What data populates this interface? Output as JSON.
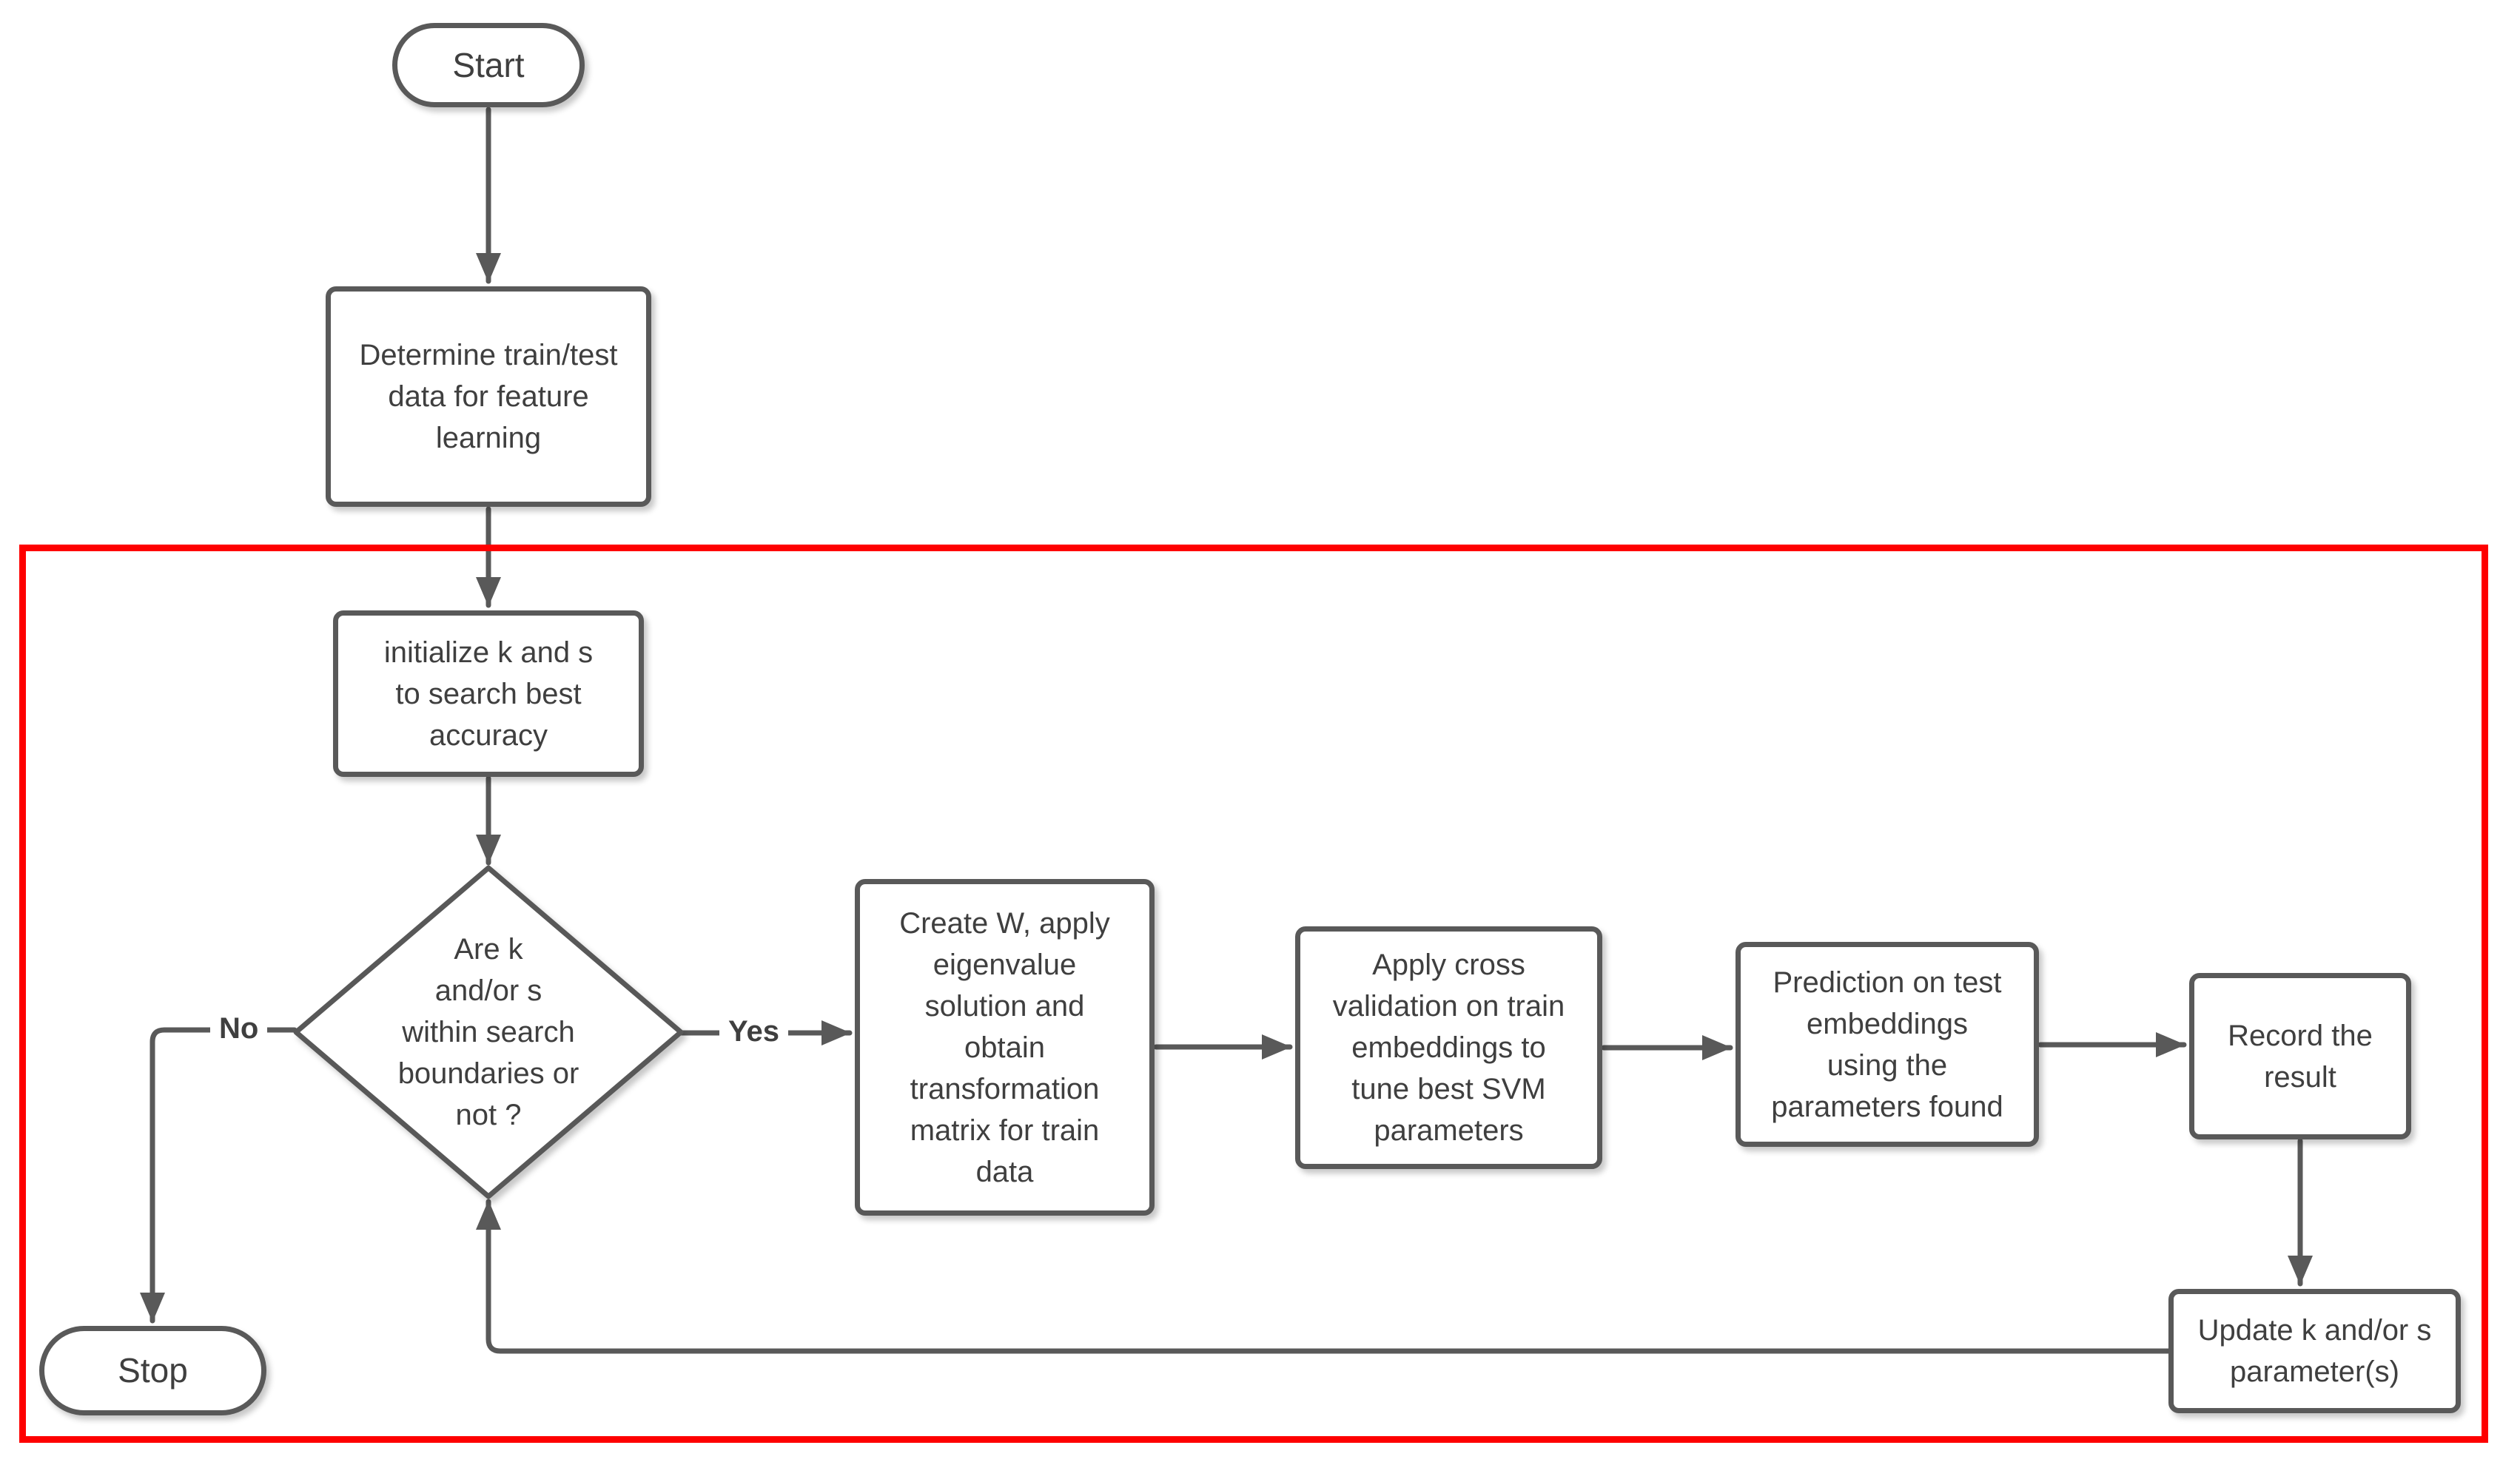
{
  "diagram": {
    "type": "flowchart",
    "background_color": "#ffffff",
    "node_stroke_color": "#595959",
    "text_color": "#3f3f3f",
    "highlight_frame_color": "#fe0000",
    "nodes": {
      "start": {
        "shape": "terminator",
        "label": "Start"
      },
      "determine": {
        "shape": "process",
        "label": "Determine train/test\ndata for feature\nlearning"
      },
      "initialize": {
        "shape": "process",
        "label": "initialize k and s\nto search best\naccuracy"
      },
      "decision": {
        "shape": "decision",
        "label": "Are k\nand/or s\nwithin search\nboundaries or\nnot ?"
      },
      "create": {
        "shape": "process",
        "label": "Create W, apply\neigenvalue\nsolution and\nobtain\ntransformation\nmatrix for train\ndata"
      },
      "crossval": {
        "shape": "process",
        "label": "Apply cross\nvalidation on train\nembeddings to\ntune best SVM\nparameters"
      },
      "predict": {
        "shape": "process",
        "label": "Prediction on test\nembeddings\nusing the\nparameters found"
      },
      "record": {
        "shape": "process",
        "label": "Record the\nresult"
      },
      "update": {
        "shape": "process",
        "label": "Update k and/or s\nparameter(s)"
      },
      "stop": {
        "shape": "terminator",
        "label": "Stop"
      }
    },
    "edges": [
      {
        "from": "start",
        "to": "determine",
        "label": ""
      },
      {
        "from": "determine",
        "to": "initialize",
        "label": ""
      },
      {
        "from": "initialize",
        "to": "decision",
        "label": ""
      },
      {
        "from": "decision",
        "to": "create",
        "label": "Yes"
      },
      {
        "from": "create",
        "to": "crossval",
        "label": ""
      },
      {
        "from": "crossval",
        "to": "predict",
        "label": ""
      },
      {
        "from": "predict",
        "to": "record",
        "label": ""
      },
      {
        "from": "record",
        "to": "update",
        "label": ""
      },
      {
        "from": "update",
        "to": "decision",
        "label": ""
      },
      {
        "from": "decision",
        "to": "stop",
        "label": "No"
      }
    ],
    "highlight_frame": {
      "note": "red rectangle enclosing the parameter-search loop"
    }
  }
}
